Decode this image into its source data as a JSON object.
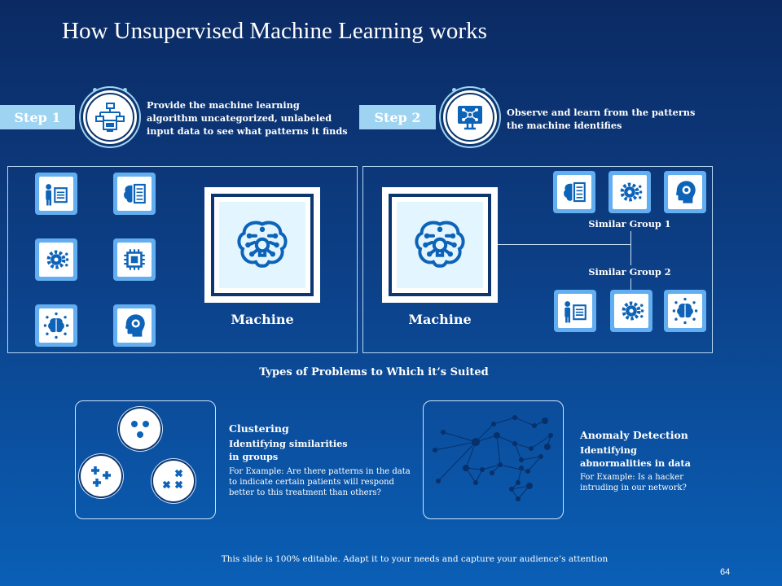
{
  "slide": {
    "title": "How Unsupervised Machine Learning works",
    "footer": "This slide is 100% editable. Adapt it to your needs and capture your audience’s attention",
    "page_number": "64"
  },
  "step1": {
    "label": "Step 1",
    "text": "Provide the machine learning algorithm uncategorized, unlabeled input data to see what patterns it finds",
    "icon": "flowchart-monitor-icon"
  },
  "step2": {
    "label": "Step 2",
    "text": "Observe and learn from the patterns the machine identifies",
    "icon": "network-monitor-icon"
  },
  "left_panel": {
    "machine_label": "Machine",
    "tiles": [
      "person-book-icon",
      "brain-document-icon",
      "gear-brain-icon",
      "chip-icon",
      "brain-network-icon",
      "head-gear-icon"
    ]
  },
  "right_panel": {
    "machine_label": "Machine",
    "group1_label": "Similar Group  1",
    "group2_label": "Similar Group  2",
    "group1_tiles": [
      "brain-document-icon",
      "gear-brain-icon",
      "head-gear-icon"
    ],
    "group2_tiles": [
      "person-book-icon",
      "gear-brain-icon",
      "brain-network-icon"
    ]
  },
  "types_heading": "Types of Problems to Which it’s Suited",
  "clustering": {
    "title": "Clustering",
    "subtitle": "Identifying similarities in groups",
    "example": "For Example: Are there patterns in the data to indicate certain patients will respond better to this treatment than others?"
  },
  "anomaly": {
    "title": "Anomaly Detection",
    "subtitle": "Identifying abnormalities in data",
    "example": "For Example: Is a hacker intruding in our network?"
  },
  "colors": {
    "accent": "#9ed3f2",
    "tile": "#62aef0",
    "dark_blue": "#0c3670",
    "icon_blue": "#0d63b8"
  }
}
